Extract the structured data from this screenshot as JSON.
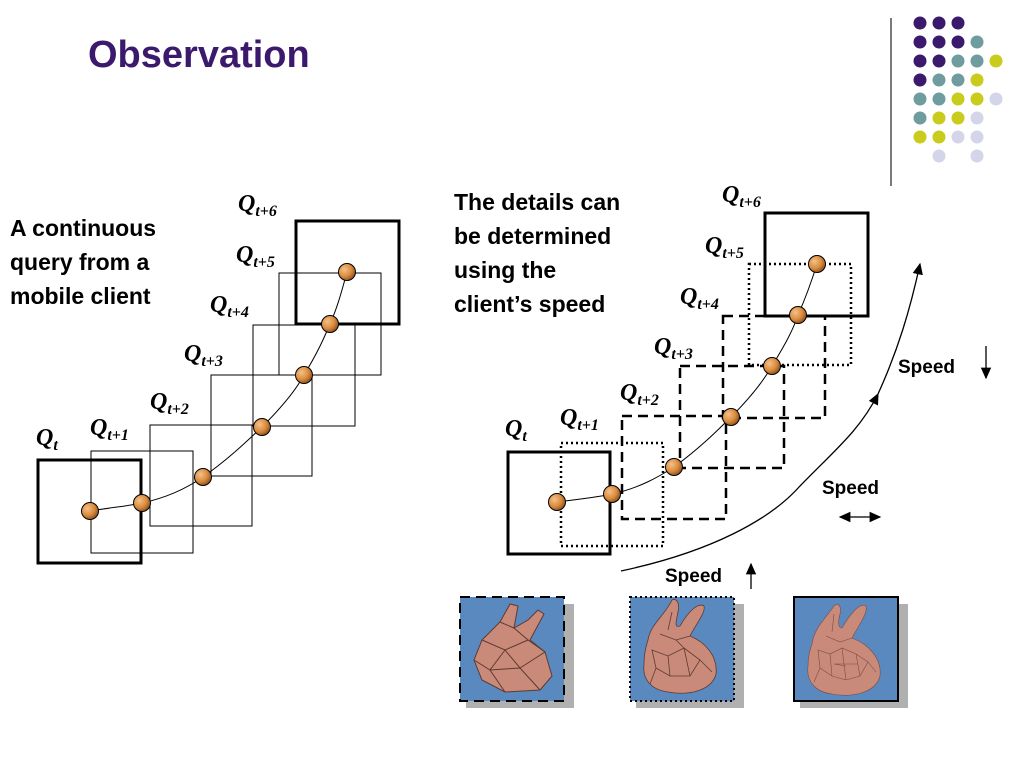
{
  "slide": {
    "title": "Observation",
    "left_text": [
      "A continuous",
      "query from a",
      "mobile client"
    ],
    "right_text": [
      "The details can",
      "be determined",
      "using the",
      "client’s speed"
    ]
  },
  "query_labels": [
    {
      "base": "Q",
      "sub": "t"
    },
    {
      "base": "Q",
      "sub": "t+1"
    },
    {
      "base": "Q",
      "sub": "t+2"
    },
    {
      "base": "Q",
      "sub": "t+3"
    },
    {
      "base": "Q",
      "sub": "t+4"
    },
    {
      "base": "Q",
      "sub": "t+5"
    },
    {
      "base": "Q",
      "sub": "t+6"
    }
  ],
  "speed_labels": [
    "Speed",
    "Speed",
    "Speed"
  ],
  "speed_arrows": [
    "up",
    "left-right",
    "down"
  ],
  "colors": {
    "title": "#3b1a6e",
    "dot_purple": "#3b1a6e",
    "dot_teal": "#6f9d9f",
    "dot_yellow": "#c9cc1c",
    "dot_lavender": "#d5d5ea",
    "ball": "#d98a3c",
    "thumb_bg": "#5a89bf",
    "bunny": "#c98a7a"
  },
  "icons": [
    "bunny-low-detail-icon",
    "bunny-medium-detail-icon",
    "bunny-high-detail-icon"
  ]
}
